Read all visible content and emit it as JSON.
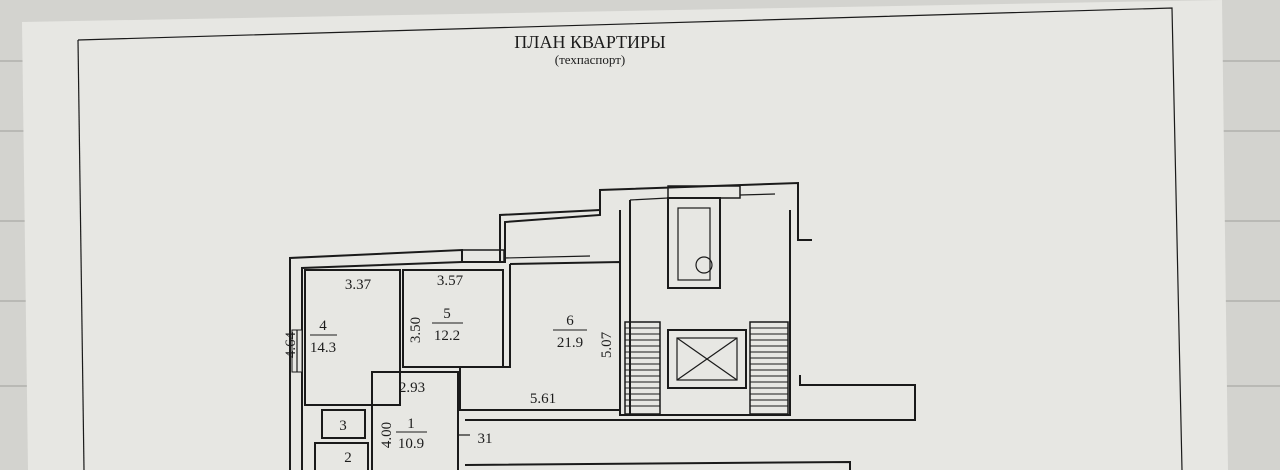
{
  "document": {
    "title": "ПЛАН КВАРТИРЫ",
    "subtitle": "(техпаспорт)"
  },
  "rooms": [
    {
      "number": "4",
      "area": "14.3",
      "width": "3.37",
      "length": "4.64"
    },
    {
      "number": "5",
      "area": "12.2",
      "width": "3.57",
      "length": "3.50"
    },
    {
      "number": "6",
      "area": "21.9",
      "width": "5.61",
      "length": "5.07"
    },
    {
      "number": "1",
      "area": "10.9",
      "width": "2.93",
      "length": "4.00"
    },
    {
      "number": "3"
    },
    {
      "number": "2"
    }
  ],
  "annotations": {
    "corridor_mark": "31"
  }
}
